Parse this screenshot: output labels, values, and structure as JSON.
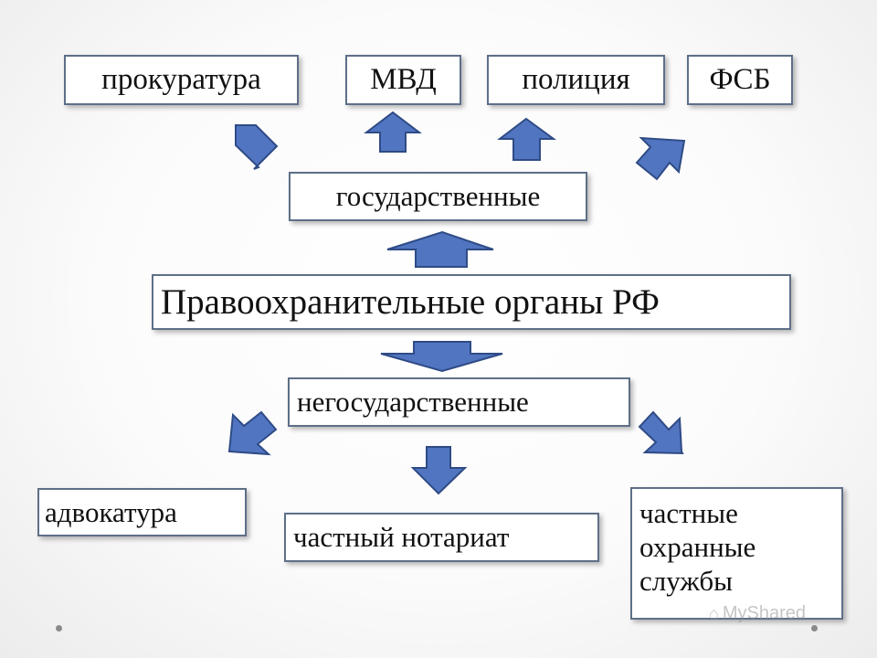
{
  "diagram": {
    "root": "Правоохранительные органы РФ",
    "state": {
      "label": "государственные",
      "items": [
        "прокуратура",
        "МВД",
        "полиция",
        "ФСБ"
      ]
    },
    "nonstate": {
      "label": "негосударственные",
      "items": [
        "адвокатура",
        "частный нотариат",
        "частные\nохранные\nслужбы"
      ]
    }
  },
  "watermark": "MyShared",
  "colors": {
    "arrow": "#5175c0",
    "arrow_outline": "#2f4b86",
    "box_border": "#5e6f88"
  }
}
